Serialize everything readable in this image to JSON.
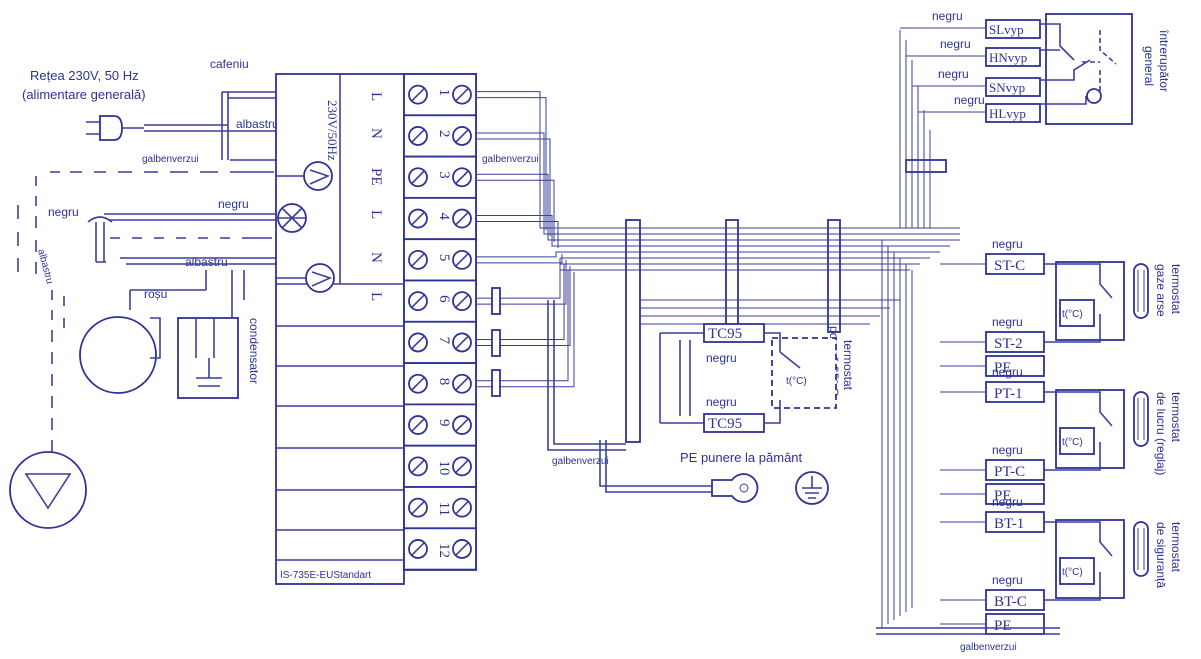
{
  "supply": {
    "line1": "Rețea 230V, 50 Hz",
    "line2": "(alimentare generală)"
  },
  "wire_labels": {
    "cafeniu": "cafeniu",
    "albastru_top": "albastru",
    "galbenverzui_top": "galbenverzui",
    "negru_left": "negru",
    "albastru_left": "albastru",
    "negru_mid": "negru",
    "albastru_mid": "albastru",
    "rosu": "roșu",
    "condensator": "condensator",
    "galbenverzui_block": "galbenverzui",
    "galbenverzui_bottom": "galbenverzui",
    "galbenverzui_right": "galbenverzui"
  },
  "controller": {
    "voltage_label": "230V/50Hz",
    "model": "IS-735E-EUStandart",
    "phase_labels": [
      "L",
      "N",
      "PE",
      "L",
      "N",
      "L"
    ]
  },
  "terminals": [
    "1",
    "2",
    "3",
    "4",
    "5",
    "6",
    "7",
    "8",
    "9",
    "10",
    "11",
    "12"
  ],
  "pump_thermostat": {
    "label_line1": "termostat",
    "label_line2": "pompă 95° C",
    "top_terminal": "TC95",
    "bottom_terminal": "TC95",
    "wire_top": "negru",
    "wire_bottom": "negru",
    "sensor": "t(°C)"
  },
  "ground": {
    "label": "PE punere la pământ"
  },
  "general_switch": {
    "label_line1": "întrerupător",
    "label_line2": "general",
    "terminals": [
      "SLvyp",
      "HNvyp",
      "SNvyp",
      "HLvyp"
    ],
    "wires": [
      "negru",
      "negru",
      "negru",
      "negru"
    ]
  },
  "flue_thermostat": {
    "label_line1": "termostat",
    "label_line2": "gaze arse",
    "terminals": [
      "ST-C",
      "ST-2",
      "PE"
    ],
    "wires": [
      "negru",
      "negru"
    ],
    "sensor": "t(°C)"
  },
  "work_thermostat": {
    "label_line1": "termostat",
    "label_line2": "de lucru (reglaj)",
    "terminals": [
      "PT-1",
      "PT-C",
      "PE"
    ],
    "wires": [
      "negru",
      "negru"
    ],
    "sensor": "t(°C)"
  },
  "safety_thermostat": {
    "label_line1": "termostat",
    "label_line2": "de siguranță",
    "terminals": [
      "BT-1",
      "BT-C",
      "PE"
    ],
    "wires": [
      "negru",
      "negru"
    ],
    "sensor": "t(°C)"
  }
}
